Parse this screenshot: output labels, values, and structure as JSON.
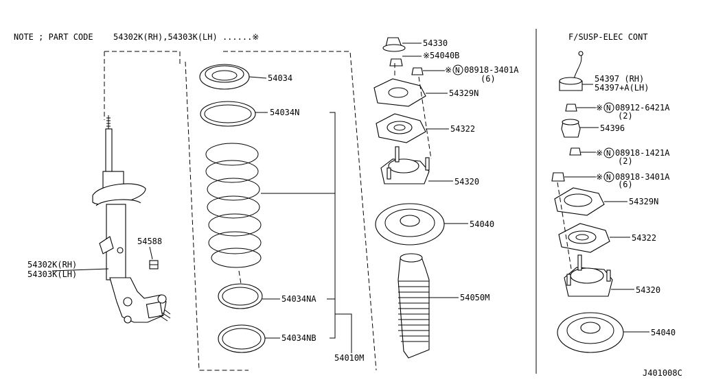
{
  "note": {
    "title": "NOTE ; PART CODE",
    "codes": "54302K(RH),54303K(LH) ......※"
  },
  "section_right_title": "F/SUSP-ELEC CONT",
  "diagram_code": "J401008C",
  "labels": {
    "p54034": "54034",
    "p54034N": "54034N",
    "p54034NA": "54034NA",
    "p54034NB": "54034NB",
    "p54010M": "54010M",
    "p54588": "54588",
    "strut_rh": "54302K(RH)",
    "strut_lh": "54303K(LH)",
    "p54330": "54330",
    "p54040B": "※54040B",
    "nut_a_code": "08918-3401A",
    "nut_a_qty": "(6)",
    "p54329N": "54329N",
    "p54322": "54322",
    "p54320": "54320",
    "p54040": "54040",
    "p54050M": "54050M",
    "act_rh": "54397  (RH)",
    "act_lh": "54397+A(LH)",
    "nut_b_code": "08912-6421A",
    "nut_b_qty": "(2)",
    "p54396": "54396",
    "nut_c_code": "08918-1421A",
    "nut_c_qty": "(2)",
    "nut_d_code": "08918-3401A",
    "nut_d_qty": "(6)",
    "r54329N": "54329N",
    "r54322": "54322",
    "r54320": "54320",
    "r54040": "54040"
  },
  "symbols": {
    "asterisk": "※",
    "n_mark": "N"
  }
}
